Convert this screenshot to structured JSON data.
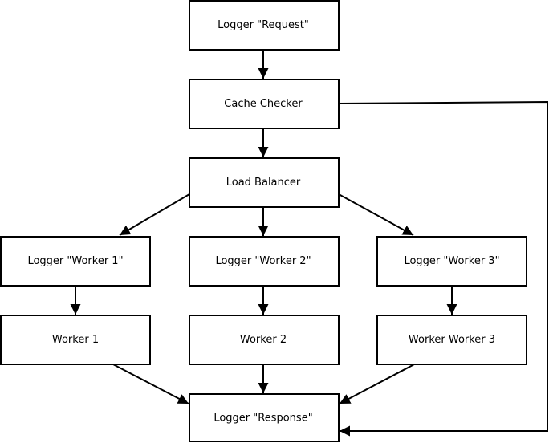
{
  "diagram": {
    "nodes": [
      {
        "id": "logger_request",
        "label": "Logger \"Request\""
      },
      {
        "id": "cache_checker",
        "label": "Cache Checker"
      },
      {
        "id": "load_balancer",
        "label": "Load Balancer"
      },
      {
        "id": "logger_worker_1",
        "label": "Logger \"Worker 1\""
      },
      {
        "id": "logger_worker_2",
        "label": "Logger \"Worker 2\""
      },
      {
        "id": "logger_worker_3",
        "label": "Logger \"Worker 3\""
      },
      {
        "id": "worker_1",
        "label": "Worker 1"
      },
      {
        "id": "worker_2",
        "label": "Worker 2"
      },
      {
        "id": "worker_3",
        "label": "Worker Worker 3"
      },
      {
        "id": "logger_response",
        "label": "Logger \"Response\""
      }
    ],
    "edges": [
      {
        "from": "logger_request",
        "to": "cache_checker"
      },
      {
        "from": "cache_checker",
        "to": "load_balancer"
      },
      {
        "from": "cache_checker",
        "to": "logger_response"
      },
      {
        "from": "load_balancer",
        "to": "logger_worker_1"
      },
      {
        "from": "load_balancer",
        "to": "logger_worker_2"
      },
      {
        "from": "load_balancer",
        "to": "logger_worker_3"
      },
      {
        "from": "logger_worker_1",
        "to": "worker_1"
      },
      {
        "from": "logger_worker_2",
        "to": "worker_2"
      },
      {
        "from": "logger_worker_3",
        "to": "worker_3"
      },
      {
        "from": "worker_1",
        "to": "logger_response"
      },
      {
        "from": "worker_2",
        "to": "logger_response"
      },
      {
        "from": "worker_3",
        "to": "logger_response"
      }
    ],
    "colors": {
      "stroke": "#000000",
      "fill": "#ffffff",
      "text": "#000000"
    }
  }
}
